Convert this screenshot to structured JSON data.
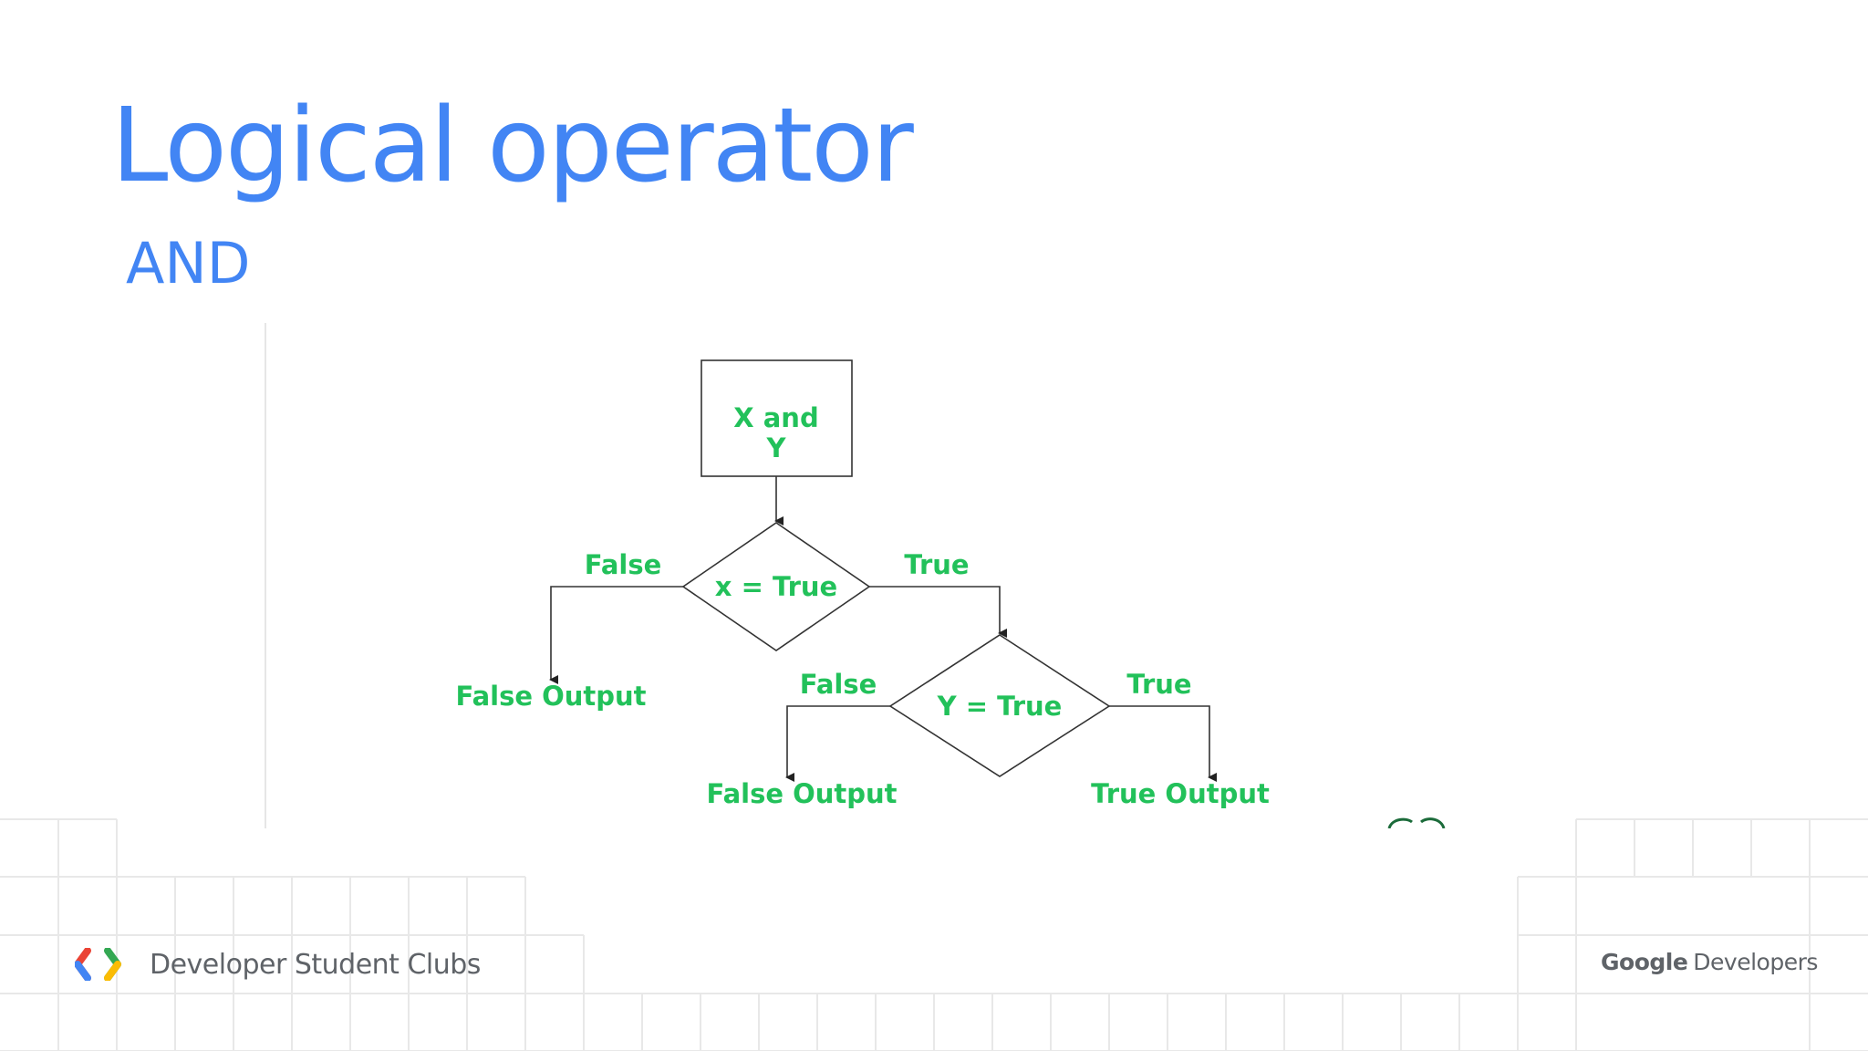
{
  "slide": {
    "title": "Logical operator",
    "subtitle": "AND"
  },
  "flowchart": {
    "start": {
      "line1": "X and",
      "line2": "Y"
    },
    "decision_x": {
      "label": "x = True",
      "false_label": "False",
      "true_label": "True",
      "false_result": "False Output"
    },
    "decision_y": {
      "label": "Y = True",
      "false_label": "False",
      "true_label": "True",
      "false_result": "False Output",
      "true_result": "True Output"
    },
    "text_color": "#22c15a"
  },
  "footer": {
    "left_brand": "Developer Student Clubs",
    "right_brand_google": "Google",
    "right_brand_developers": "Developers",
    "logo_icon": "dsc-brackets-icon"
  },
  "colors": {
    "title": "#4285f4",
    "grid": "#e8e8e8"
  }
}
